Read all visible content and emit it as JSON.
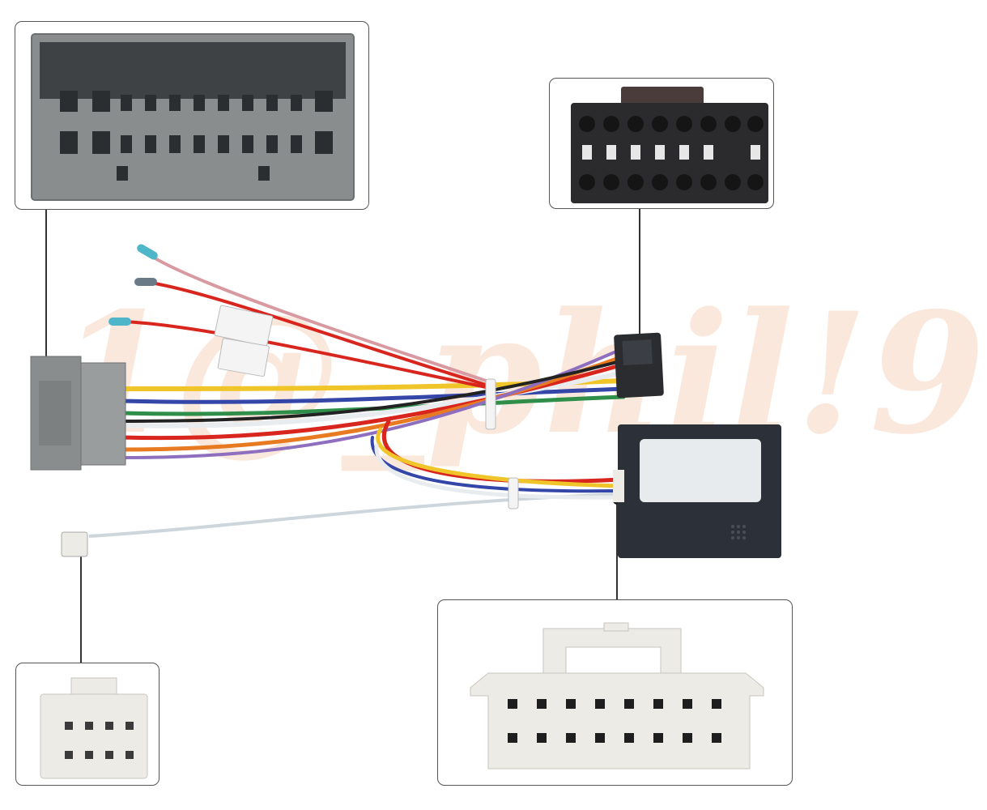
{
  "watermark": {
    "text": "1@_phil!9"
  },
  "colors": {
    "connector_gray": "#8a8d8e",
    "connector_white": "#ecebe6",
    "module_black": "#2c3038",
    "wire_red": "#d8261f",
    "wire_yellow": "#f0c52a",
    "wire_blue": "#3446a8",
    "wire_green": "#2f8f4a",
    "wire_white": "#e9ecef",
    "wire_pink": "#d89aa0",
    "wire_orange": "#e87a22",
    "wire_black": "#222222",
    "cable_gray": "#cdd6dc"
  },
  "callouts": {
    "top_left": "gray-20-pin-vehicle-connector",
    "top_right": "black-16-pin-radio-connector",
    "bottom_left": "white-8-pin-connector",
    "bottom_right": "white-16-pin-canbus-connector"
  }
}
